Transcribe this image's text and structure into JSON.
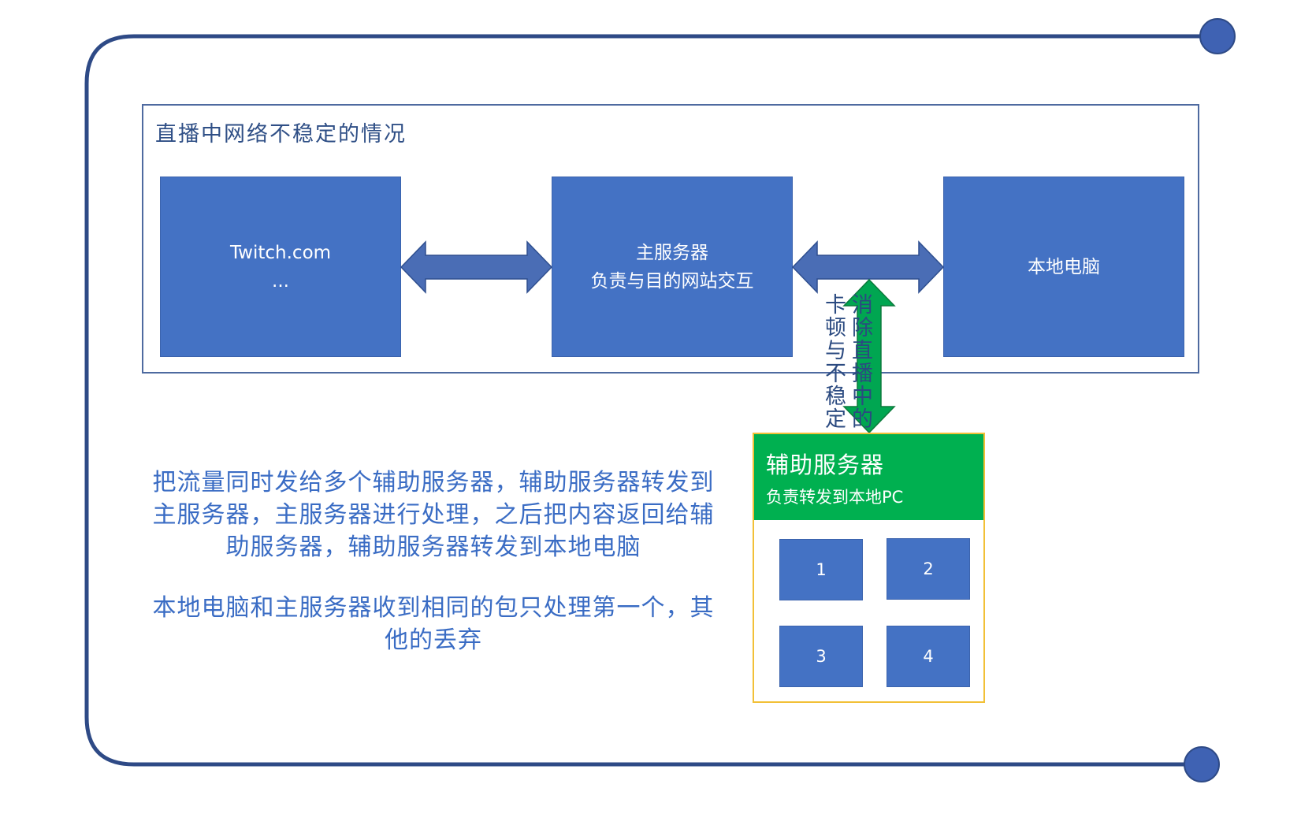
{
  "diagram": {
    "section_title": "直播中网络不稳定的情况",
    "twitch_box": {
      "line1": "Twitch.com",
      "line2": "..."
    },
    "main_server_box": {
      "line1": "主服务器",
      "line2": "负责与目的网站交互"
    },
    "local_pc_box": {
      "label": "本地电脑"
    },
    "green_arrow_label": {
      "col1": "消除直播中",
      "col2": "的卡顿与不",
      "col3": "稳定"
    },
    "aux_server": {
      "title": "辅助服务器",
      "subtitle": "负责转发到本地PC",
      "nodes": [
        "1",
        "2",
        "3",
        "4"
      ]
    },
    "description": {
      "para1_lines": [
        "把流量同时发给多个辅助服务器，辅助服务器转发到",
        "主服务器，主服务器进行处理，之后把内容返回给辅",
        "助服务器，辅助服务器转发到本地电脑"
      ],
      "para2_lines": [
        "本地电脑和主服务器收到相同的包只处理第一个，其",
        "他的丢弃"
      ]
    }
  },
  "colors": {
    "box_blue": "#4472c4",
    "arrow_blue": "#4a6db5",
    "arrow_green": "#00a651",
    "frame_navy": "#2e4a86",
    "aux_green": "#00b050",
    "aux_border_gold": "#f2c037",
    "text_blue": "#3a6cc4"
  }
}
